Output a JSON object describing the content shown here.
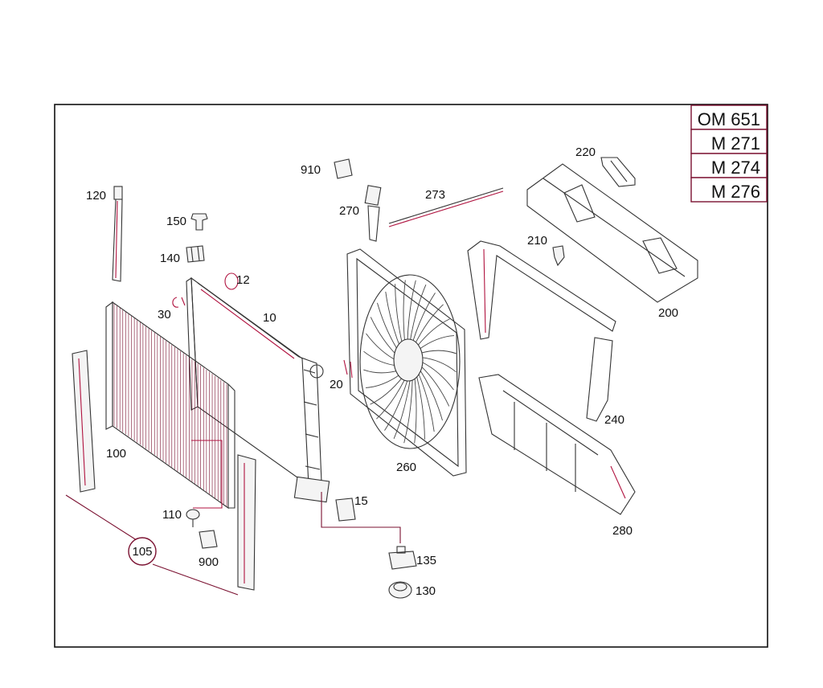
{
  "engine_codes": [
    "OM 651",
    "M 271",
    "M 274",
    "M 276"
  ],
  "callouts": {
    "c120": "120",
    "c150": "150",
    "c140": "140",
    "c12": "12",
    "c30": "30",
    "c10": "10",
    "c20": "20",
    "c100": "100",
    "c110": "110",
    "c900": "900",
    "c105": "105",
    "c910": "910",
    "c270": "270",
    "c273": "273",
    "c260": "260",
    "c15": "15",
    "c135": "135",
    "c130": "130",
    "c220": "220",
    "c210": "210",
    "c200": "200",
    "c240": "240",
    "c280": "280"
  },
  "colors": {
    "accent": "#7a1030",
    "line": "#333333"
  }
}
